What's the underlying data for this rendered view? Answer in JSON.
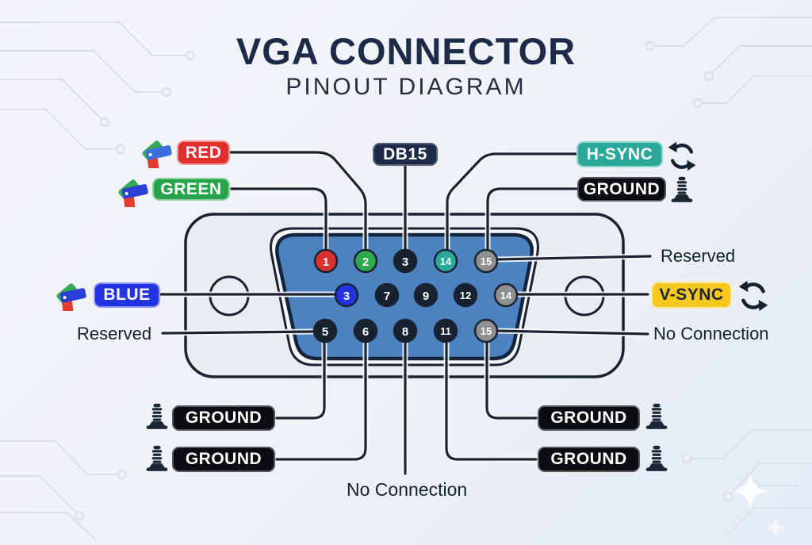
{
  "page": {
    "title": "VGA CONNECTOR",
    "subtitle": "PINOUT DIAGRAM"
  },
  "badges": {
    "red": {
      "label": "RED",
      "color": "#e02f2a"
    },
    "green": {
      "label": "GREEN",
      "color": "#27a449"
    },
    "blue": {
      "label": "BLUE",
      "color": "#2433e0"
    },
    "db15": {
      "label": "DB15",
      "color": "#1c2b47"
    },
    "hsync": {
      "label": "H-SYNC",
      "color": "#2aa89a"
    },
    "vsync": {
      "label": "V-SYNC",
      "color": "#f6c71d"
    },
    "ground_top_right": {
      "label": "GROUND",
      "color": "#0b0d10"
    },
    "ground_bottom_left_1": {
      "label": "GROUND",
      "color": "#0b0d10"
    },
    "ground_bottom_left_2": {
      "label": "GROUND",
      "color": "#0b0d10"
    },
    "ground_bottom_right_1": {
      "label": "GROUND",
      "color": "#0b0d10"
    },
    "ground_bottom_right_2": {
      "label": "GROUND",
      "color": "#0b0d10"
    }
  },
  "side_labels": {
    "left_reserved": "Reserved",
    "right_reserved": "Reserved",
    "right_no_connection": "No Connection",
    "bottom_no_connection": "No Connection"
  },
  "pins": {
    "row1": [
      {
        "num": "1",
        "color": "#d7322d"
      },
      {
        "num": "2",
        "color": "#2fa94f"
      },
      {
        "num": "3",
        "color": "#17212f"
      },
      {
        "num": "14",
        "color": "#2aa99b"
      },
      {
        "num": "15",
        "color": "#8e9091"
      }
    ],
    "row2": [
      {
        "num": "3",
        "color": "#2433e0"
      },
      {
        "num": "7",
        "color": "#17212f"
      },
      {
        "num": "9",
        "color": "#17212f"
      },
      {
        "num": "12",
        "color": "#17212f"
      },
      {
        "num": "14",
        "color": "#8e9091"
      }
    ],
    "row3": [
      {
        "num": "5",
        "color": "#17212f"
      },
      {
        "num": "6",
        "color": "#17212f"
      },
      {
        "num": "8",
        "color": "#17212f"
      },
      {
        "num": "11",
        "color": "#17212f"
      },
      {
        "num": "15",
        "color": "#8e9091"
      }
    ]
  },
  "connector": {
    "shell_color": "#e9ecf0",
    "face_color": "#4d82c0",
    "outline_color": "#1a2230",
    "leader_line_color": "#1b2330"
  },
  "icons": {
    "color_swatches": "fanned RGB color swatches",
    "sync_arrows": "circular sync arrows",
    "screw": "mounting screw"
  }
}
